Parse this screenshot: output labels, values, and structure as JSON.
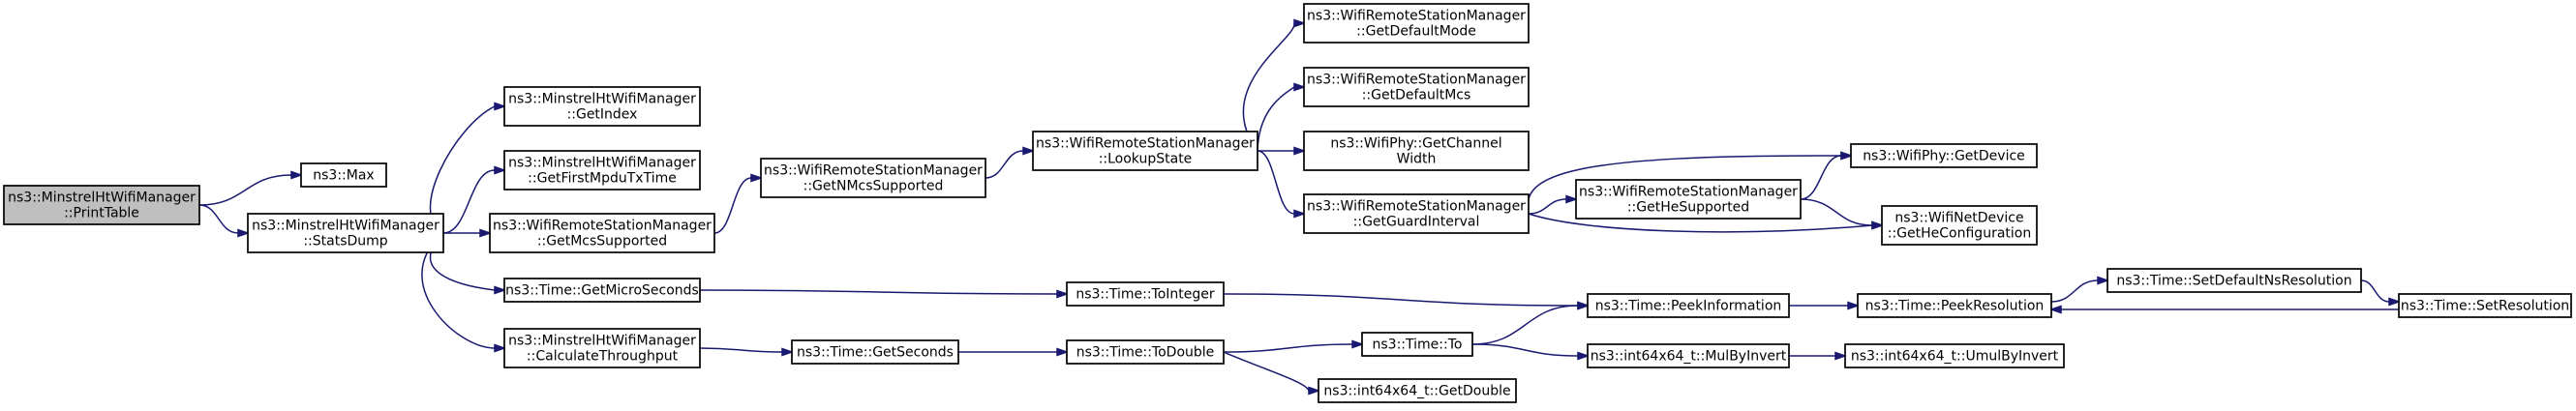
{
  "nodes": [
    {
      "id": "n0",
      "lines": [
        "ns3::MinstrelHtWifiManager",
        "::PrintTable"
      ],
      "root": true
    },
    {
      "id": "n1",
      "lines": [
        "ns3::Max"
      ]
    },
    {
      "id": "n2",
      "lines": [
        "ns3::MinstrelHtWifiManager",
        "::StatsDump"
      ]
    },
    {
      "id": "n3",
      "lines": [
        "ns3::MinstrelHtWifiManager",
        "::GetIndex"
      ]
    },
    {
      "id": "n4",
      "lines": [
        "ns3::MinstrelHtWifiManager",
        "::GetFirstMpduTxTime"
      ]
    },
    {
      "id": "n5",
      "lines": [
        "ns3::WifiRemoteStationManager",
        "::GetMcsSupported"
      ]
    },
    {
      "id": "n6",
      "lines": [
        "ns3::Time::GetMicroSeconds"
      ]
    },
    {
      "id": "n7",
      "lines": [
        "ns3::MinstrelHtWifiManager",
        "::CalculateThroughput"
      ]
    },
    {
      "id": "n8",
      "lines": [
        "ns3::WifiRemoteStationManager",
        "::GetNMcsSupported"
      ]
    },
    {
      "id": "n9",
      "lines": [
        "ns3::WifiRemoteStationManager",
        "::LookupState"
      ]
    },
    {
      "id": "n10",
      "lines": [
        "ns3::WifiRemoteStationManager",
        "::GetDefaultMode"
      ]
    },
    {
      "id": "n11",
      "lines": [
        "ns3::WifiRemoteStationManager",
        "::GetDefaultMcs"
      ]
    },
    {
      "id": "n12",
      "lines": [
        "ns3::WifiPhy::GetChannel",
        "Width"
      ]
    },
    {
      "id": "n13",
      "lines": [
        "ns3::WifiRemoteStationManager",
        "::GetGuardInterval"
      ]
    },
    {
      "id": "n14",
      "lines": [
        "ns3::WifiRemoteStationManager",
        "::GetHeSupported"
      ]
    },
    {
      "id": "n15",
      "lines": [
        "ns3::WifiPhy::GetDevice"
      ]
    },
    {
      "id": "n16",
      "lines": [
        "ns3::WifiNetDevice",
        "::GetHeConfiguration"
      ]
    },
    {
      "id": "n17",
      "lines": [
        "ns3::Time::ToInteger"
      ]
    },
    {
      "id": "n18",
      "lines": [
        "ns3::Time::PeekInformation"
      ]
    },
    {
      "id": "n19",
      "lines": [
        "ns3::Time::PeekResolution"
      ]
    },
    {
      "id": "n20",
      "lines": [
        "ns3::Time::SetDefaultNsResolution"
      ]
    },
    {
      "id": "n21",
      "lines": [
        "ns3::Time::SetResolution"
      ]
    },
    {
      "id": "n22",
      "lines": [
        "ns3::Time::GetSeconds"
      ]
    },
    {
      "id": "n23",
      "lines": [
        "ns3::Time::ToDouble"
      ]
    },
    {
      "id": "n24",
      "lines": [
        "ns3::Time::To"
      ]
    },
    {
      "id": "n25",
      "lines": [
        "ns3::int64x64_t::GetDouble"
      ]
    },
    {
      "id": "n26",
      "lines": [
        "ns3::int64x64_t::MulByInvert"
      ]
    },
    {
      "id": "n27",
      "lines": [
        "ns3::int64x64_t::UmulByInvert"
      ]
    }
  ],
  "edges": [
    {
      "from": "n0",
      "to": "n1"
    },
    {
      "from": "n0",
      "to": "n2"
    },
    {
      "from": "n2",
      "to": "n3"
    },
    {
      "from": "n2",
      "to": "n4"
    },
    {
      "from": "n2",
      "to": "n5"
    },
    {
      "from": "n2",
      "to": "n6"
    },
    {
      "from": "n2",
      "to": "n7"
    },
    {
      "from": "n5",
      "to": "n8"
    },
    {
      "from": "n8",
      "to": "n9"
    },
    {
      "from": "n9",
      "to": "n10"
    },
    {
      "from": "n9",
      "to": "n11"
    },
    {
      "from": "n9",
      "to": "n12"
    },
    {
      "from": "n9",
      "to": "n13"
    },
    {
      "from": "n13",
      "to": "n14"
    },
    {
      "from": "n13",
      "to": "n15"
    },
    {
      "from": "n13",
      "to": "n16"
    },
    {
      "from": "n14",
      "to": "n15"
    },
    {
      "from": "n14",
      "to": "n16"
    },
    {
      "from": "n6",
      "to": "n17"
    },
    {
      "from": "n17",
      "to": "n18"
    },
    {
      "from": "n18",
      "to": "n19"
    },
    {
      "from": "n19",
      "to": "n20"
    },
    {
      "from": "n20",
      "to": "n21"
    },
    {
      "from": "n21",
      "to": "n19"
    },
    {
      "from": "n7",
      "to": "n22"
    },
    {
      "from": "n22",
      "to": "n23"
    },
    {
      "from": "n23",
      "to": "n24"
    },
    {
      "from": "n23",
      "to": "n25"
    },
    {
      "from": "n24",
      "to": "n18"
    },
    {
      "from": "n24",
      "to": "n26"
    },
    {
      "from": "n26",
      "to": "n27"
    }
  ],
  "colors": {
    "edge": "#191970",
    "root_fill": "#bfbfbf",
    "node_fill": "#ffffff",
    "node_stroke": "#000000"
  }
}
